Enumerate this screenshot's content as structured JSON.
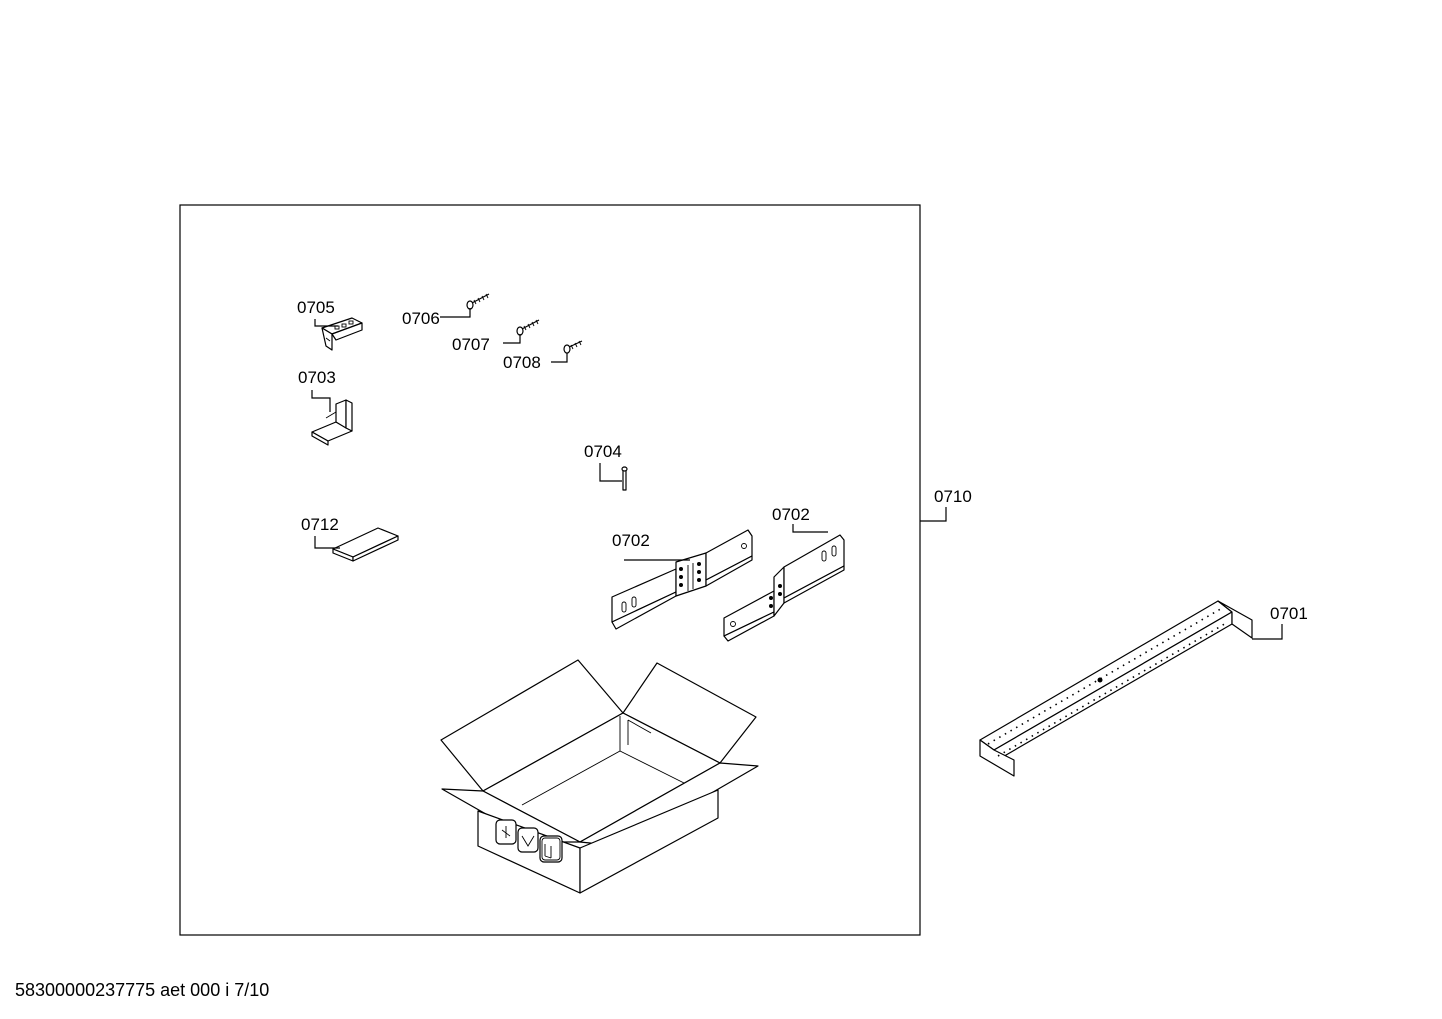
{
  "labels": {
    "p0705": "0705",
    "p0706": "0706",
    "p0707": "0707",
    "p0708": "0708",
    "p0703": "0703",
    "p0704": "0704",
    "p0712": "0712",
    "p0702a": "0702",
    "p0702b": "0702",
    "p0710": "0710",
    "p0701": "0701"
  },
  "footer": {
    "doc_id": "58300000237775 aet 000 i 7/10"
  }
}
